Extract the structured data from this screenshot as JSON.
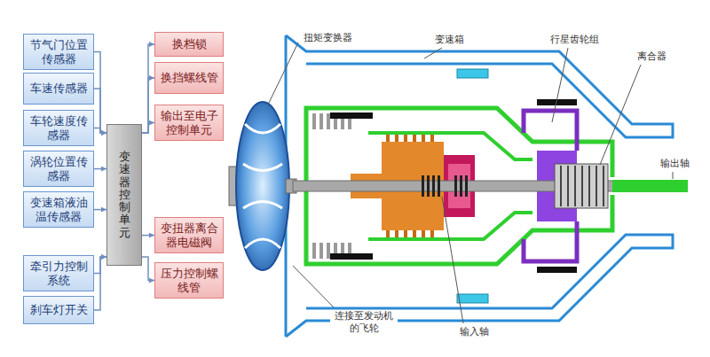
{
  "diagram": {
    "nodes": [
      {
        "text": [
          "节气门位置传感器"
        ]
      },
      {
        "text": [
          "车速传感器"
        ]
      },
      {
        "text": [
          "车轮速度传感器"
        ]
      },
      {
        "text": [
          "涡轮位置传感器"
        ]
      },
      {
        "text": [
          "变速箱液油温传感器"
        ]
      },
      {
        "text": [
          "牵引力控制系统"
        ]
      },
      {
        "text": [
          "刹车灯开关"
        ]
      },
      {
        "text": [
          "变速器控制单元"
        ]
      },
      {
        "text": [
          "换档锁"
        ]
      },
      {
        "text": [
          "换挡螺线管"
        ]
      },
      {
        "text": [
          "输出至电子控制单元"
        ]
      },
      {
        "text": [
          "变扭器离合器电磁阀"
        ]
      },
      {
        "text": [
          "压力控制螺线管"
        ]
      }
    ],
    "edges": [
      {
        "from": 0,
        "to": 7,
        "arrow": "to"
      },
      {
        "from": 1,
        "to": 7,
        "arrow": "to"
      },
      {
        "from": 2,
        "to": 7,
        "arrow": "to"
      },
      {
        "from": 3,
        "to": 7,
        "arrow": "to"
      },
      {
        "from": 4,
        "to": 7,
        "arrow": "to"
      },
      {
        "from": 5,
        "to": 7,
        "arrow": "to"
      },
      {
        "from": 6,
        "to": 7,
        "arrow": "to"
      },
      {
        "from": 7,
        "to": 8,
        "arrow": "to"
      },
      {
        "from": 7,
        "to": 9,
        "arrow": "to"
      },
      {
        "from": 7,
        "to": 10,
        "arrow": "to"
      },
      {
        "from": 7,
        "to": 11,
        "arrow": "to"
      },
      {
        "from": 7,
        "to": 12,
        "arrow": "to"
      }
    ],
    "labels": [
      "扭矩变换器",
      "变速箱",
      "行星齿轮组",
      "离合器",
      "输出轴",
      "连接至发动机的飞轮",
      "输入轴"
    ]
  }
}
